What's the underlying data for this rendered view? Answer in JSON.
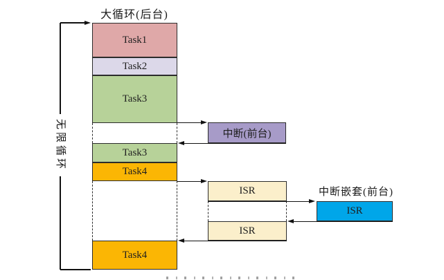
{
  "diagram": {
    "title": "大循环(后台)",
    "loop": {
      "label": "无限循环"
    },
    "column": {
      "blocks": {
        "task1": "Task1",
        "task2": "Task2",
        "task3a": "Task3",
        "task3b": "Task3",
        "task4a": "Task4",
        "task4b": "Task4"
      }
    },
    "foreground": {
      "interrupt_label": "中断(前台)",
      "isr1": "ISR",
      "isr2": "ISR",
      "nested_label": "中断嵌套(前台)",
      "nested_isr": "ISR"
    },
    "colors": {
      "task1_fill": "#dfa8a8",
      "task2_fill": "#dcd8e9",
      "task3_fill": "#b7d299",
      "task4_fill": "#fbb604",
      "interrupt_fill": "#a79bc8",
      "isr_fill": "#fbefcb",
      "nested_isr_fill": "#00a6e9",
      "line_color": "#111111"
    }
  }
}
